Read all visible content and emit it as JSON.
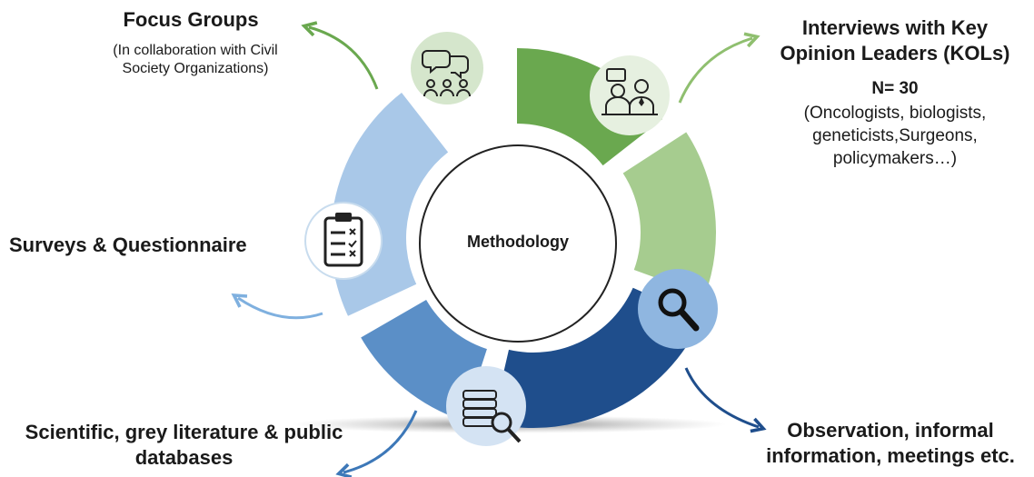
{
  "center": {
    "label": "Methodology"
  },
  "focus_groups": {
    "title": "Focus Groups",
    "note_line1": "(In collaboration with Civil",
    "note_line2": "Society Organizations)",
    "color": "#6aa84f"
  },
  "interviews": {
    "title_line1": "Interviews with  Key",
    "title_line2": "Opinion Leaders (KOLs)",
    "count": "N= 30",
    "detail_line1": "(Oncologists, biologists,",
    "detail_line2": "geneticists,Surgeons,",
    "detail_line3": "policymakers…)",
    "color": "#a6cc8f"
  },
  "observation": {
    "line1": "Observation, informal",
    "line2": "information, meetings etc.",
    "color": "#1f4e8c"
  },
  "literature": {
    "line1": "Scientific, grey literature & public",
    "line2": "databases",
    "color": "#5b8fc7"
  },
  "surveys": {
    "title": "Surveys & Questionnaire",
    "color": "#a9c8e8"
  }
}
